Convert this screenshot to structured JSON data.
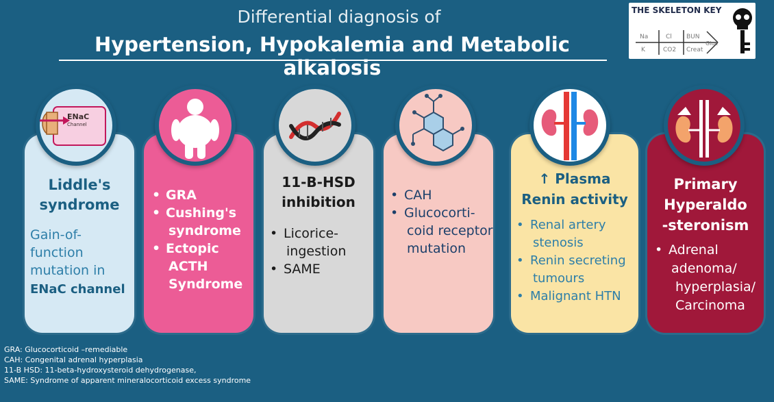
{
  "title": {
    "line1": "Differential diagnosis of",
    "line2": "Hypertension, Hypokalemia and Metabolic alkalosis"
  },
  "logo": {
    "title": "THE SKELETON KEY",
    "labels": [
      "Na",
      "Cl",
      "BUN",
      "K",
      "CO2",
      "Creat",
      "Gluc"
    ],
    "icon": "skull-key-icon"
  },
  "cards": [
    {
      "icon": "enac-channel-icon",
      "icon_text": [
        "ENaC",
        "Channel"
      ],
      "heading": [
        "Liddle's",
        "syndrome"
      ],
      "body": [
        "Gain-of-",
        "function",
        "mutation in"
      ],
      "emphasis": "ENaC channel",
      "color": "#d6e9f4"
    },
    {
      "icon": "obese-person-icon",
      "items": [
        "GRA",
        "Cushing's",
        "syndrome",
        "Ectopic",
        "ACTH",
        "Syndrome"
      ],
      "color": "#ec5c96"
    },
    {
      "icon": "dna-helix-icon",
      "heading": [
        "11-B-HSD",
        "inhibition"
      ],
      "items": [
        "Licorice-",
        "ingestion",
        "SAME"
      ],
      "color": "#d8d8d8"
    },
    {
      "icon": "molecule-icon",
      "items": [
        "CAH",
        "Glucocorti-",
        "coid receptor",
        "mutation"
      ],
      "color": "#f7c9c3"
    },
    {
      "icon": "kidney-vessels-icon",
      "heading": [
        "↑ Plasma",
        "Renin activity"
      ],
      "items": [
        "Renal artery",
        "stenosis",
        "Renin secreting",
        "tumours",
        "Malignant HTN"
      ],
      "color": "#fae4a5"
    },
    {
      "icon": "adrenal-kidney-icon",
      "heading": [
        "Primary",
        "Hyperaldo",
        "-steronism"
      ],
      "items": [
        "Adrenal",
        "adenoma/",
        "hyperplasia/",
        "Carcinoma"
      ],
      "color": "#a0183a"
    }
  ],
  "footnotes": [
    "GRA: Glucocorticoid –remediable",
    "CAH: Congenital adrenal hyperplasia",
    "11-B HSD: 11-beta-hydroxysteroid dehydrogenase,",
    "SAME: Syndrome of apparent mineralocorticoid excess syndrome"
  ]
}
